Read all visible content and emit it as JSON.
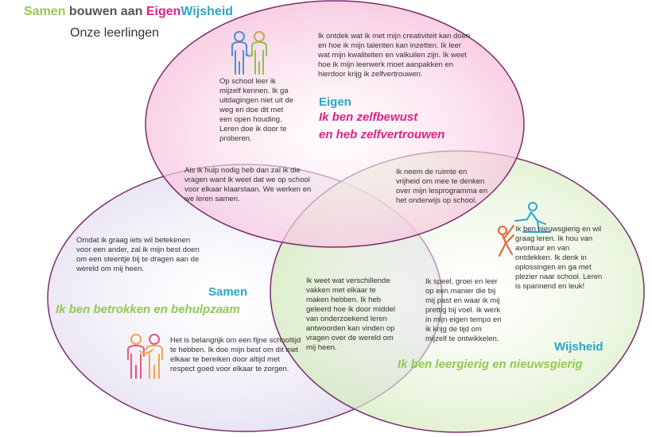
{
  "header": {
    "title_part1": "Samen",
    "title_part2": "bouwen aan",
    "title_part3": "Eigen",
    "title_part4": "Wijsheid",
    "subtitle": "Onze leerlingen"
  },
  "colors": {
    "samen": "#92c94f",
    "eigen": "#e0218a",
    "wijsheid": "#2aa6c9",
    "circle_eigen_fill": "#f9d3e6",
    "circle_samen_fill": "#ebe6f4",
    "circle_wijsheid_fill": "#e3f1d5",
    "outline": "#7b2d6f"
  },
  "icons": {
    "eigen": "two-people-holding-hands-icon",
    "samen": "two-people-hugging-icon",
    "wijsheid": "person-helping-climb-icon"
  },
  "eigen": {
    "heading": "Eigen",
    "tagline_line1": "Ik ben zelfbewust",
    "tagline_line2": "en heb zelfvertrouwen",
    "text_left": "Op school leer ik mijzelf kennen. Ik ga uitdagingen niet uit de weg en doe dit met een open houding. Leren doe ik door te proberen.",
    "text_right": "Ik ontdek wat ik met mijn creativiteit kan doen en hoe ik mijn talenten kan inzetten. Ik leer wat mijn kwaliteiten en valkuilen zijn. Ik weet hoe ik mijn leerwerk moet aanpakken en hierdoor krijg ik zelfvertrouwen."
  },
  "samen": {
    "heading": "Samen",
    "tagline": "Ik ben betrokken en behulpzaam",
    "text_top": "Omdat ik graag iets wil betekenen voor een ander, zal ik mijn best doen om een steentje bij te dragen aan de wereld om mij heen.",
    "text_bottom": "Het is belangrijk om een fijne schooltijd te hebben. Ik doe mijn best om dit met elkaar te bereiken door altijd met respect goed voor elkaar te zorgen."
  },
  "wijsheid": {
    "heading": "Wijsheid",
    "tagline": "Ik ben leergierig en nieuwsgierig",
    "text_right": "Ik ben nieuwsgierig en wil graag leren. Ik hou van avontuur en van ontdekken. Ik denk in oplossingen en ga met plezier naar school. Leren is spannend en leuk!",
    "text_left": "Ik speel, groei en leer op een manier die bij mij past en waar ik mij prettig bij voel. Ik werk in mijn eigen tempo en ik krijg de tijd om mijzelf te ontwikkelen."
  },
  "overlaps": {
    "eigen_samen": "Als ik hulp nodig heb dan zal ik die vragen want ik  weet dat we op school voor elkaar klaarstaan.  We werken en we leren samen.",
    "eigen_wijsheid": "Ik neem de ruimte en vrijheid om mee te denken over mijn lesprogramma en het onderwijs op school.",
    "center": "Ik weet wat verschillende vakken met elkaar te maken hebben. Ik heb geleerd hoe ik door middel van onderzoekend leren antwoorden kan vinden op vragen over de wereld om mij heen."
  }
}
